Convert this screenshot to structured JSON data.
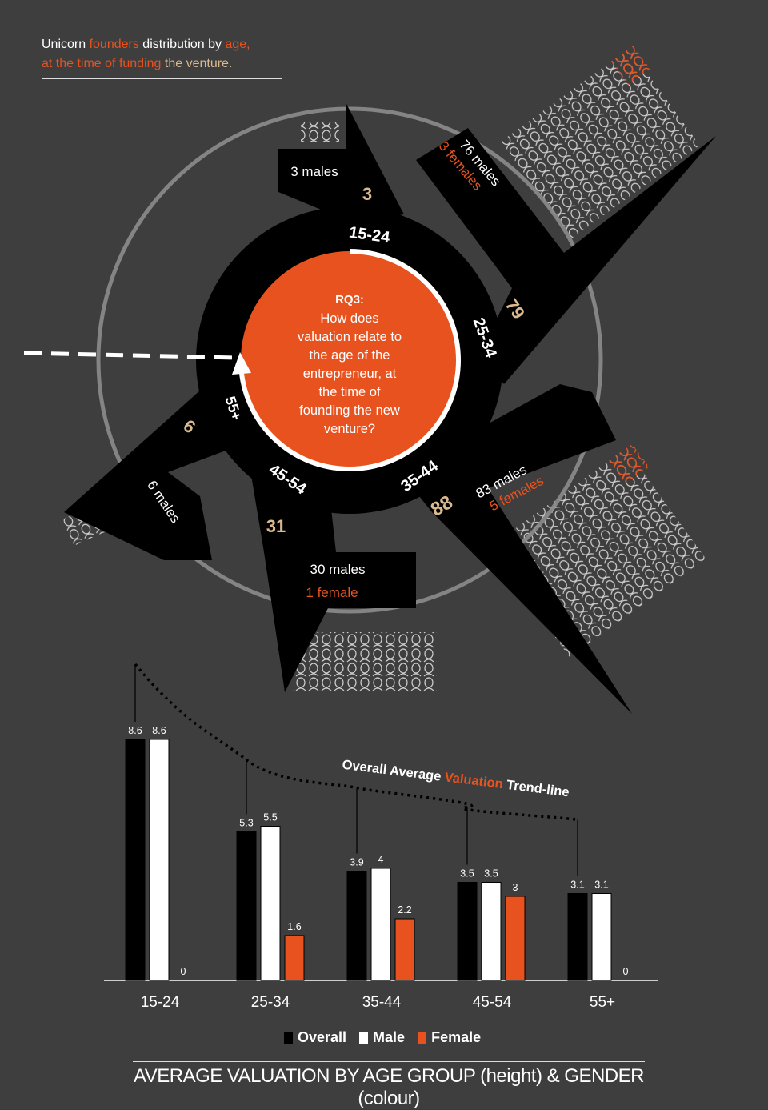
{
  "header": {
    "line1_a": "Unicorn ",
    "line1_b": "founders",
    "line1_c": " distribution by ",
    "line1_d": "age,",
    "line2_a": "at the time of funding",
    "line2_b": " the venture."
  },
  "center": {
    "label": "RQ3:",
    "question_lines": [
      "How does",
      "valuation relate to",
      "the age of the",
      "entrepreneur, at",
      "the time of",
      "founding the new",
      "venture?"
    ]
  },
  "ring_labels": [
    "15-24",
    "25-34",
    "35-44",
    "45-54",
    "55+"
  ],
  "arms": [
    {
      "age": "15-24",
      "total": "3",
      "males": "3 males",
      "females": ""
    },
    {
      "age": "25-34",
      "total": "79",
      "males": "76 males",
      "females": "3 females"
    },
    {
      "age": "35-44",
      "total": "88",
      "males": "83 males",
      "females": "5 females"
    },
    {
      "age": "45-54",
      "total": "31",
      "males": "30 males",
      "females": "1 female"
    },
    {
      "age": "55+",
      "total": "6",
      "males": "6 males",
      "females": ""
    }
  ],
  "trend_label": {
    "a": "Overall Average ",
    "b": "Valuation",
    "c": " Trend-line"
  },
  "chart_data": {
    "type": "bar",
    "categories": [
      "15-24",
      "25-34",
      "35-44",
      "45-54",
      "55+"
    ],
    "series": [
      {
        "name": "Overall",
        "values": [
          8.6,
          5.3,
          3.9,
          3.5,
          3.1
        ],
        "color": "#000000"
      },
      {
        "name": "Male",
        "values": [
          8.6,
          5.5,
          4,
          3.5,
          3.1
        ],
        "color": "#ffffff"
      },
      {
        "name": "Female",
        "values": [
          0,
          1.6,
          2.2,
          3,
          0
        ],
        "color": "#e8521f"
      }
    ],
    "value_labels": [
      [
        "8.6",
        "8.6",
        "0"
      ],
      [
        "5.3",
        "5.5",
        "1.6"
      ],
      [
        "3.9",
        "4",
        "2.2"
      ],
      [
        "3.5",
        "3.5",
        "3"
      ],
      [
        "3.1",
        "3.1",
        "0"
      ]
    ],
    "title": "AVERAGE VALUATION BY AGE GROUP (height)  & GENDER (colour)",
    "legend_position": "bottom"
  },
  "colors": {
    "background": "#3e3e3e",
    "accent": "#e8521f",
    "count": "#d9b98f",
    "arm": "#000000"
  }
}
